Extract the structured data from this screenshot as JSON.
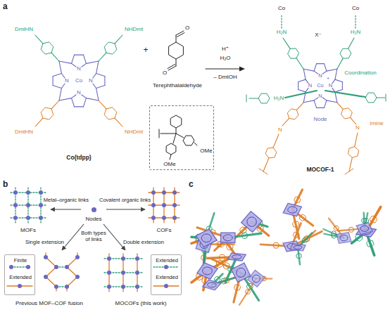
{
  "diagram": {
    "nodes": [
      {
        "text": [
          "OMe",
          "OMe"
        ]
      },
      {
        "text": [
          "Nodes"
        ]
      },
      {
        "text": [
          "MOFs"
        ]
      },
      {
        "text": [
          "COFs"
        ]
      },
      {
        "text": [
          "Previous MOF–COF fusion"
        ]
      },
      {
        "text": [
          "Finite",
          "Extended"
        ],
        "in": 4
      },
      {
        "text": [
          "MOCOFs (this work)"
        ]
      },
      {
        "text": [
          "Extended",
          "Extended"
        ],
        "in": 6
      }
    ],
    "edges": [
      {
        "from": 1,
        "to": 2,
        "arrow": "to",
        "label": "Metal–organic links"
      },
      {
        "from": 1,
        "to": 3,
        "arrow": "to",
        "label": "Covalent organic links"
      },
      {
        "from": 1,
        "to": 4,
        "arrow": "to",
        "label": "Single extension"
      },
      {
        "from": 1,
        "to": 6,
        "arrow": "to",
        "label": "Double extension"
      }
    ],
    "labels": [
      "a",
      "DmtHN",
      "NHDmt",
      "DmtHN",
      "NHDmt",
      "N",
      "N",
      "N",
      "N",
      "Co",
      "Co(tdpp)",
      "+",
      "O",
      "O",
      "Terephthalaldehyde",
      "H⁺",
      "H₂O",
      "– DmtOH",
      "Co",
      "Co",
      "H₂N",
      "H₂N",
      "X⁻",
      "N",
      "N",
      "N",
      "N",
      "Co",
      "+",
      "H₂N",
      "Coordination",
      "Node",
      "Imine",
      "N",
      "N",
      "MOCOF-1",
      "b",
      "Both types of links",
      "c"
    ]
  }
}
